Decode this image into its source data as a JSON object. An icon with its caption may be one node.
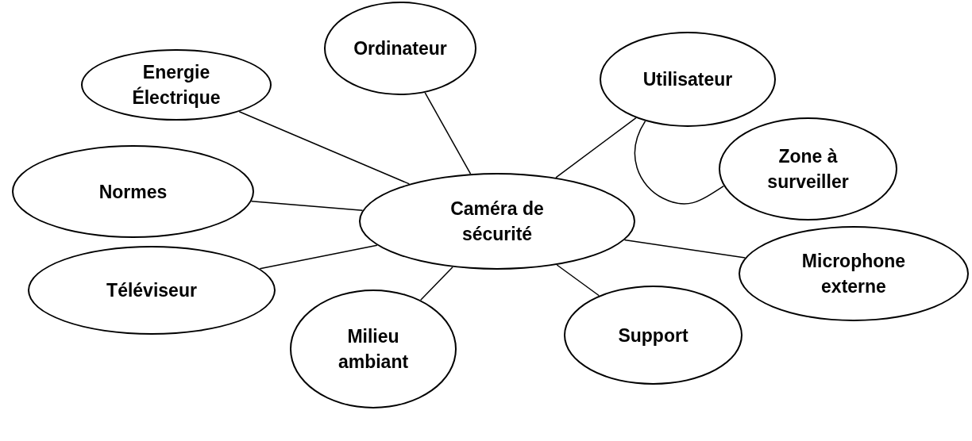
{
  "diagram": {
    "nodes": [
      {
        "text": [
          "Energie Électrique"
        ]
      },
      {
        "text": [
          "Ordinateur"
        ]
      },
      {
        "text": [
          "Utilisateur"
        ]
      },
      {
        "text": [
          "Zone à surveiller"
        ]
      },
      {
        "text": [
          "Normes"
        ]
      },
      {
        "text": [
          "Caméra de sécurité"
        ]
      },
      {
        "text": [
          "Microphone externe"
        ]
      },
      {
        "text": [
          "Téléviseur"
        ]
      },
      {
        "text": [
          "Milieu ambiant"
        ]
      },
      {
        "text": [
          "Support"
        ]
      }
    ],
    "edges": [
      {
        "from": 5,
        "to": 0,
        "arrow": "none"
      },
      {
        "from": 5,
        "to": 1,
        "arrow": "none"
      },
      {
        "from": 5,
        "to": 2,
        "arrow": "none"
      },
      {
        "from": 2,
        "to": 3,
        "arrow": "none"
      },
      {
        "from": 5,
        "to": 4,
        "arrow": "none"
      },
      {
        "from": 5,
        "to": 6,
        "arrow": "none"
      },
      {
        "from": 5,
        "to": 7,
        "arrow": "none"
      },
      {
        "from": 5,
        "to": 8,
        "arrow": "none"
      },
      {
        "from": 5,
        "to": 9,
        "arrow": "none"
      }
    ]
  }
}
